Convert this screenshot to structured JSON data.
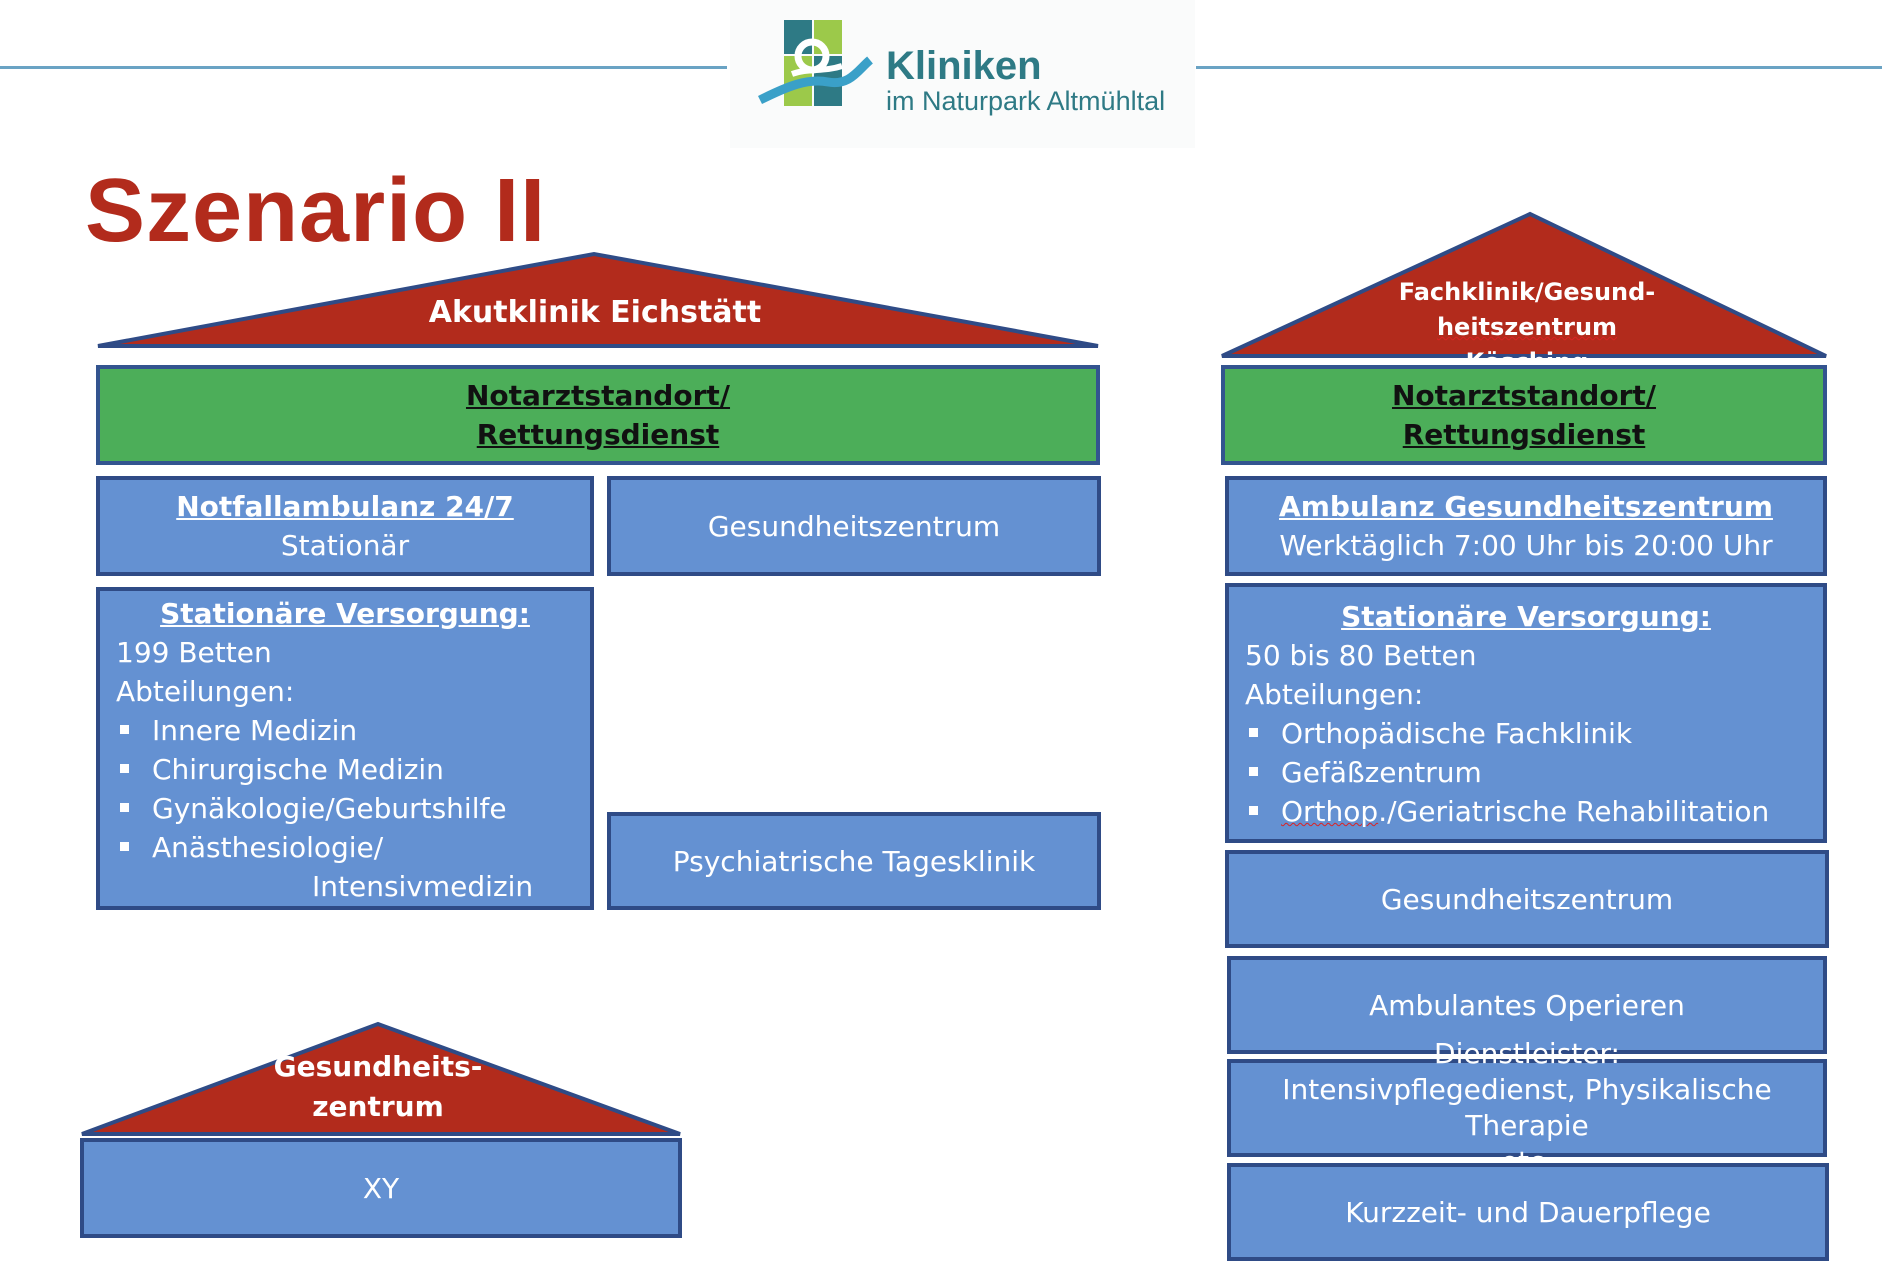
{
  "title": "Szenario II",
  "logo": {
    "line1": "Kliniken",
    "line2": "im Naturpark Altmühltal"
  },
  "eichstaett": {
    "roof": "Akutklinik Eichstätt",
    "notarzt": [
      "Notarztstandort/",
      "Rettungsdienst"
    ],
    "notfall": {
      "title": "Notfallambulanz 24/7",
      "sub": "Stationär"
    },
    "gz": "Gesundheitszentrum",
    "stationaer": {
      "title": "Stationäre Versorgung:",
      "beds": "199 Betten",
      "dept_label": "Abteilungen:",
      "items": [
        "Innere Medizin",
        "Chirurgische Medizin",
        "Gynäkologie/Geburtshilfe",
        "Anästhesiologie/"
      ],
      "item_cont": "Intensivmedizin"
    },
    "psych": "Psychiatrische Tagesklinik"
  },
  "gz_xy": {
    "roof": [
      "Gesundheits-",
      "zentrum"
    ],
    "box": "XY"
  },
  "koesching": {
    "roof": [
      "Fachklinik/Gesund-",
      "heitszentrum",
      " Kösching"
    ],
    "notarzt": [
      "Notarztstandort/",
      "Rettungsdienst"
    ],
    "ambulanz": {
      "title": "Ambulanz Gesundheitszentrum",
      "sub": "Werktäglich 7:00 Uhr bis 20:00 Uhr"
    },
    "stationaer": {
      "title": "Stationäre Versorgung:",
      "beds": "50 bis 80 Betten",
      "dept_label": "Abteilungen:",
      "items": [
        "Orthopädische Fachklinik",
        "Gefäßzentrum"
      ],
      "item3_a": "Orthop",
      "item3_b": "./Geriatrische Rehabilitation"
    },
    "gz": "Gesundheitszentrum",
    "op": "Ambulantes Operieren",
    "dienst": [
      "Dienstleister:",
      "Intensivpflegedienst, Physikalische Therapie",
      "etc."
    ],
    "pflege": "Kurzzeit- und Dauerpflege"
  },
  "colors": {
    "roof": "#b22b1c",
    "box": "#6491d2",
    "box_border": "#2f4b86",
    "green": "#4cae59",
    "title": "#b22b1c"
  }
}
